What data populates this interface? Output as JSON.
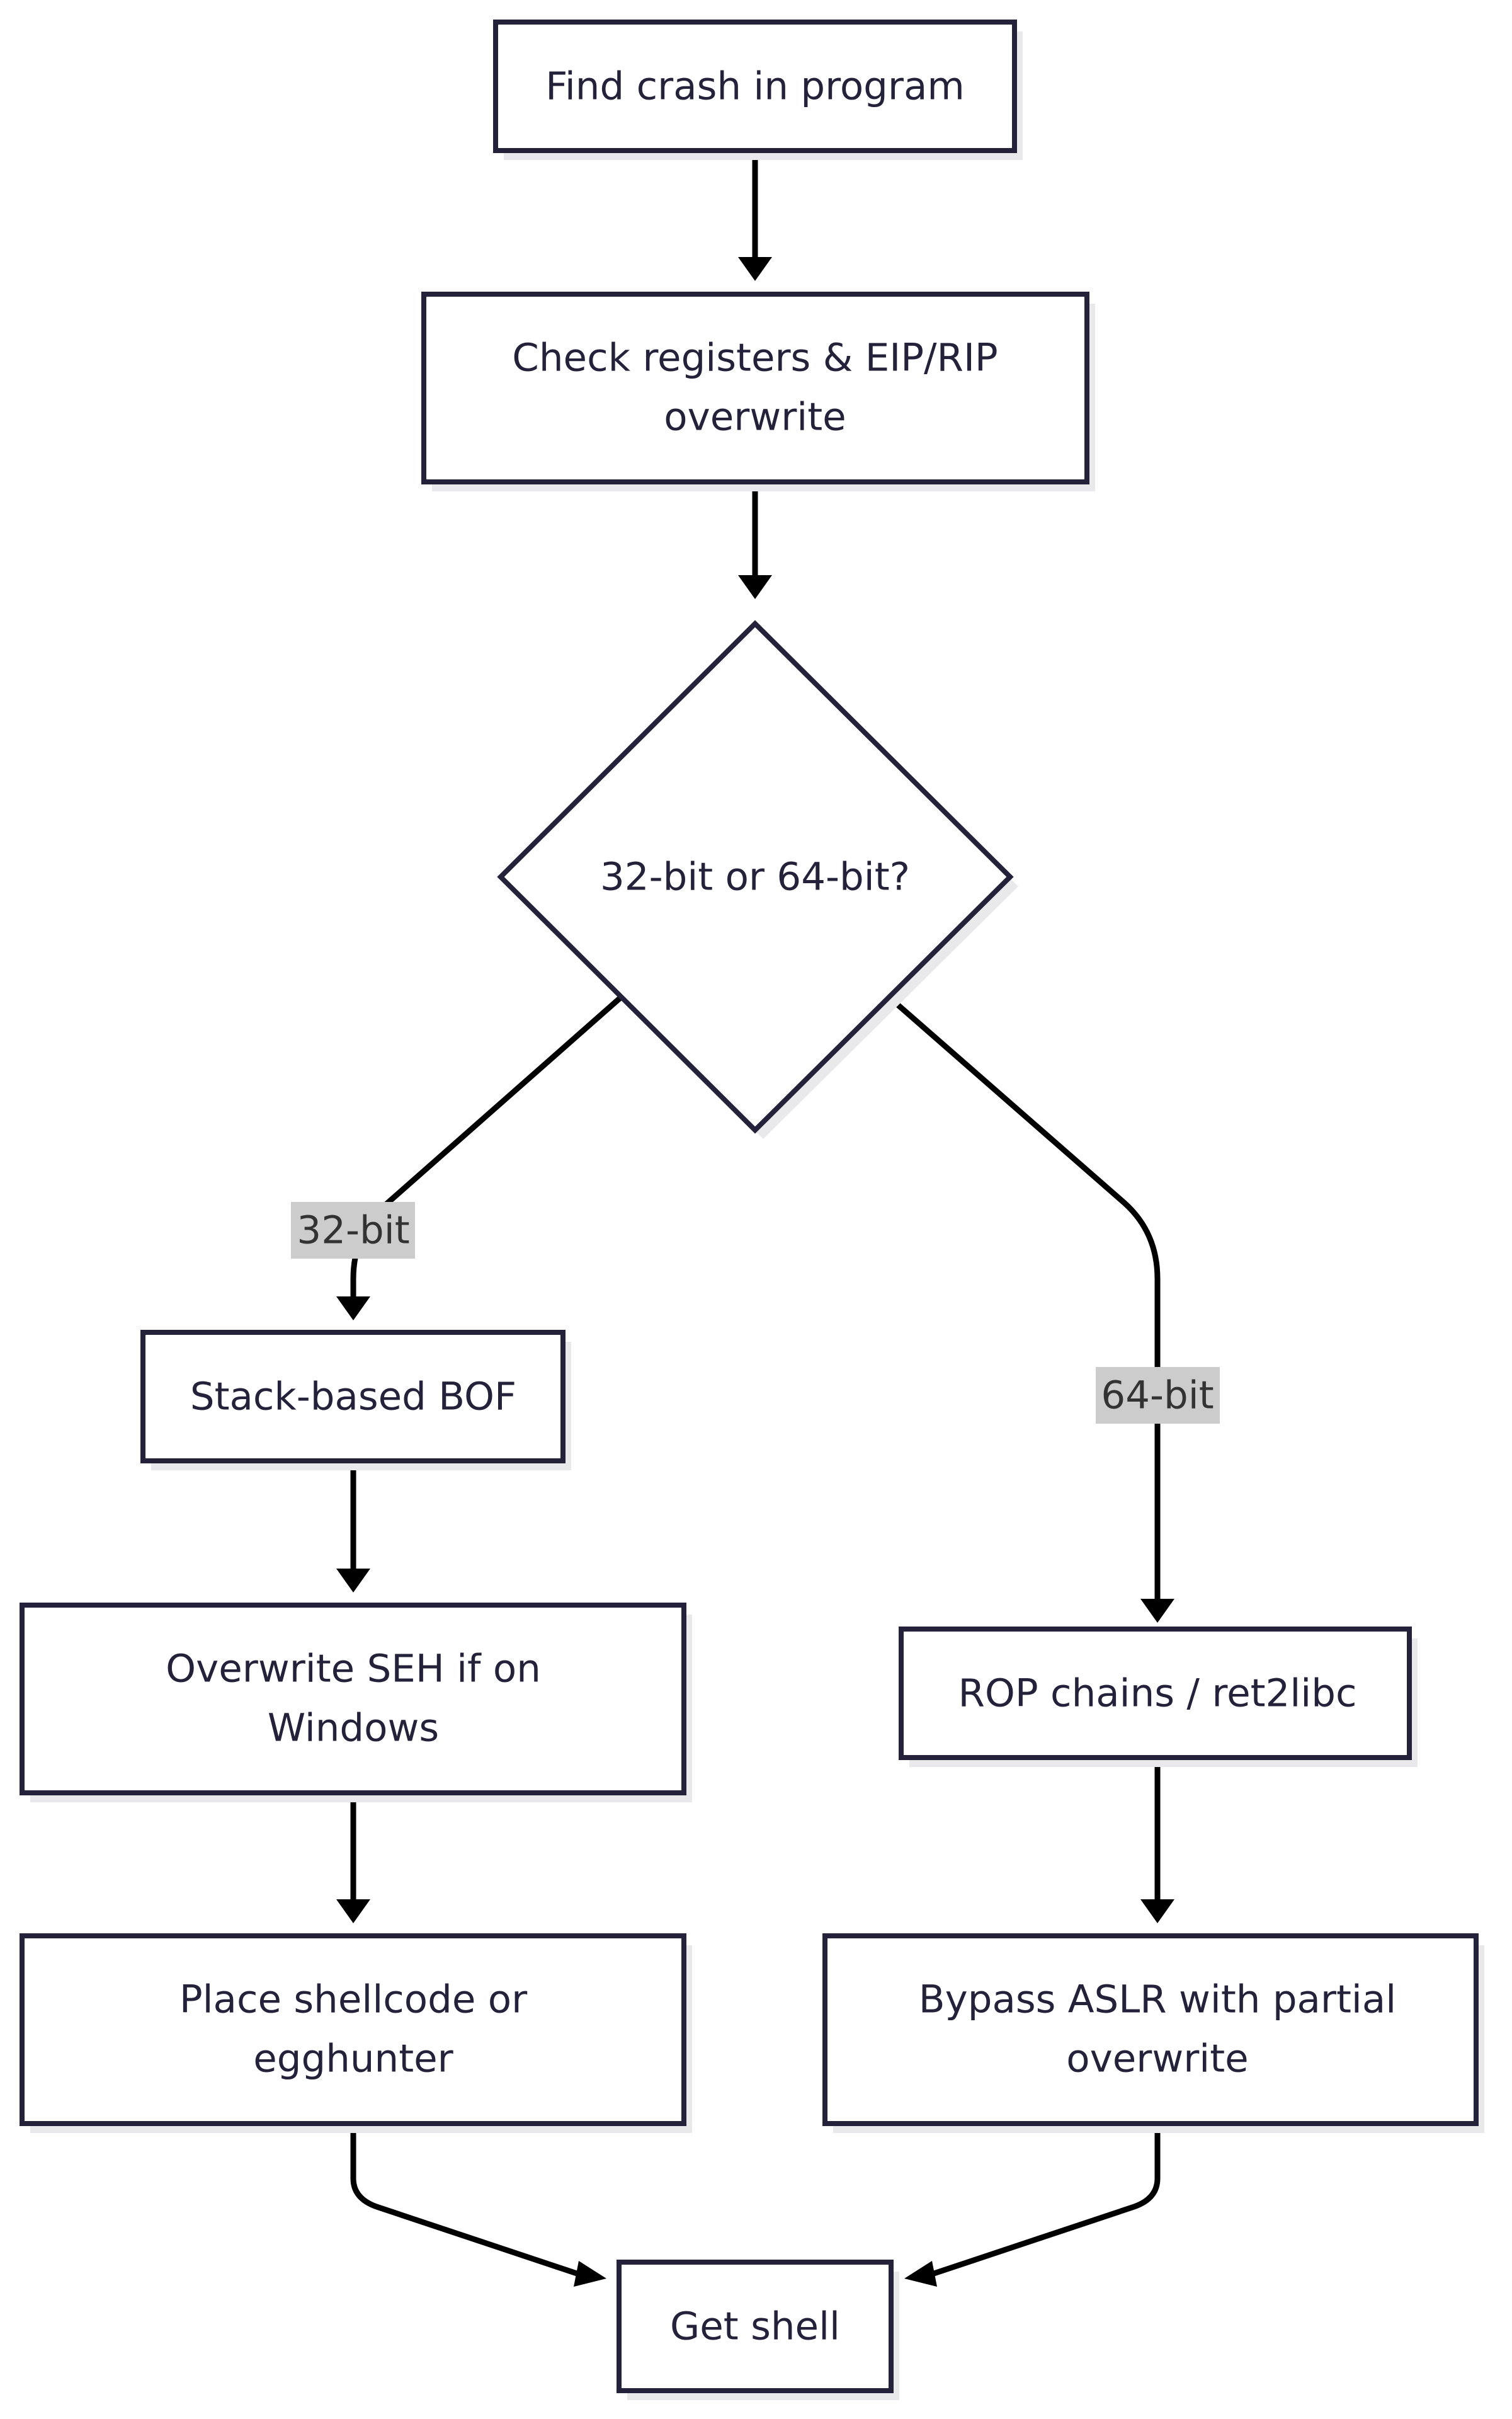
{
  "nodes": {
    "find_crash": {
      "label": "Find crash in program"
    },
    "check_registers": {
      "label": [
        "Check registers & EIP/RIP",
        "overwrite"
      ]
    },
    "arch_decision": {
      "label": "32-bit or 64-bit?"
    },
    "stack_bof": {
      "label": "Stack-based BOF"
    },
    "overwrite_seh": {
      "label": [
        "Overwrite SEH if on",
        "Windows"
      ]
    },
    "place_shellcode": {
      "label": [
        "Place shellcode or",
        "egghunter"
      ]
    },
    "rop_chains": {
      "label": "ROP chains / ret2libc"
    },
    "bypass_aslr": {
      "label": [
        "Bypass ASLR with partial",
        "overwrite"
      ]
    },
    "get_shell": {
      "label": "Get shell"
    }
  },
  "edges": {
    "to_32bit": {
      "label": "32-bit"
    },
    "to_64bit": {
      "label": "64-bit"
    }
  },
  "colors": {
    "node_stroke": "#23223a",
    "node_fill": "#ffffff",
    "node_shadow": "#e9e9ec",
    "edge": "#000000",
    "edge_label_bg": "#cccccc"
  }
}
